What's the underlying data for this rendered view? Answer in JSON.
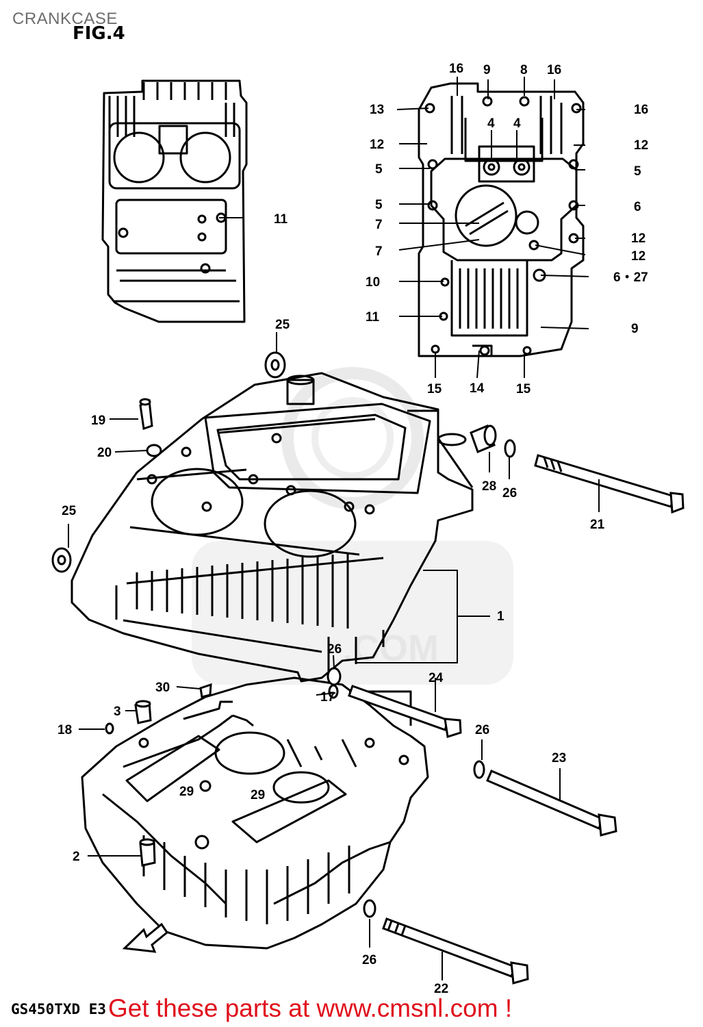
{
  "header": {
    "title": "CRANKCASE",
    "figure": "FIG.4"
  },
  "footer": {
    "model": "GS450TXD E3",
    "promo": "Get these parts at www.cmsnl.com !"
  },
  "watermark": {
    "text": ".COM"
  },
  "callouts": {
    "c16a": "16",
    "c9a": "9",
    "c8": "8",
    "c16b": "16",
    "c13": "13",
    "c16c": "16",
    "c4a": "4",
    "c4b": "4",
    "c12a": "12",
    "c12b": "12",
    "c5a": "5",
    "c5b": "5",
    "c5c": "5",
    "c6a": "6",
    "c7a": "7",
    "c12c": "12",
    "c7b": "7",
    "c12d": "12",
    "c10": "10",
    "c627": "6・27",
    "c11a": "11",
    "c9b": "9",
    "c15a": "15",
    "c14": "14",
    "c15b": "15",
    "c11b": "11",
    "c25a": "25",
    "c19": "19",
    "c20": "20",
    "c28": "28",
    "c26a": "26",
    "c21": "21",
    "c25b": "25",
    "c1": "1",
    "c26b": "26",
    "c24": "24",
    "c30": "30",
    "c17": "17",
    "c3": "3",
    "c18": "18",
    "c26c": "26",
    "c23": "23",
    "c29a": "29",
    "c29b": "29",
    "c2": "2",
    "c26d": "26",
    "c22": "22"
  }
}
